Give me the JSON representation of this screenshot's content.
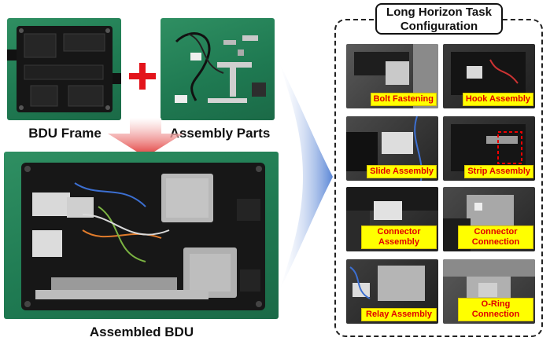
{
  "captions": {
    "bdu_frame": "BDU Frame",
    "assembly_parts": "Assembly Parts",
    "assembled_bdu": "Assembled BDU"
  },
  "panel": {
    "title_line1": "Long Horizon Task",
    "title_line2": "Configuration",
    "tasks": [
      {
        "label": "Bolt Fastening"
      },
      {
        "label": "Hook Assembly"
      },
      {
        "label": "Slide Assembly"
      },
      {
        "label": "Strip Assembly"
      },
      {
        "label": "Connector Assembly"
      },
      {
        "label": "Connector Connection"
      },
      {
        "label": "Relay Assembly"
      },
      {
        "label": "O-Ring Connection"
      }
    ]
  },
  "colors": {
    "plus": "#e3141b",
    "arrow_red": "#e0302e",
    "arrow_blue": "#5a86d6",
    "label_bg": "#ffff00",
    "label_text": "#e00000"
  }
}
